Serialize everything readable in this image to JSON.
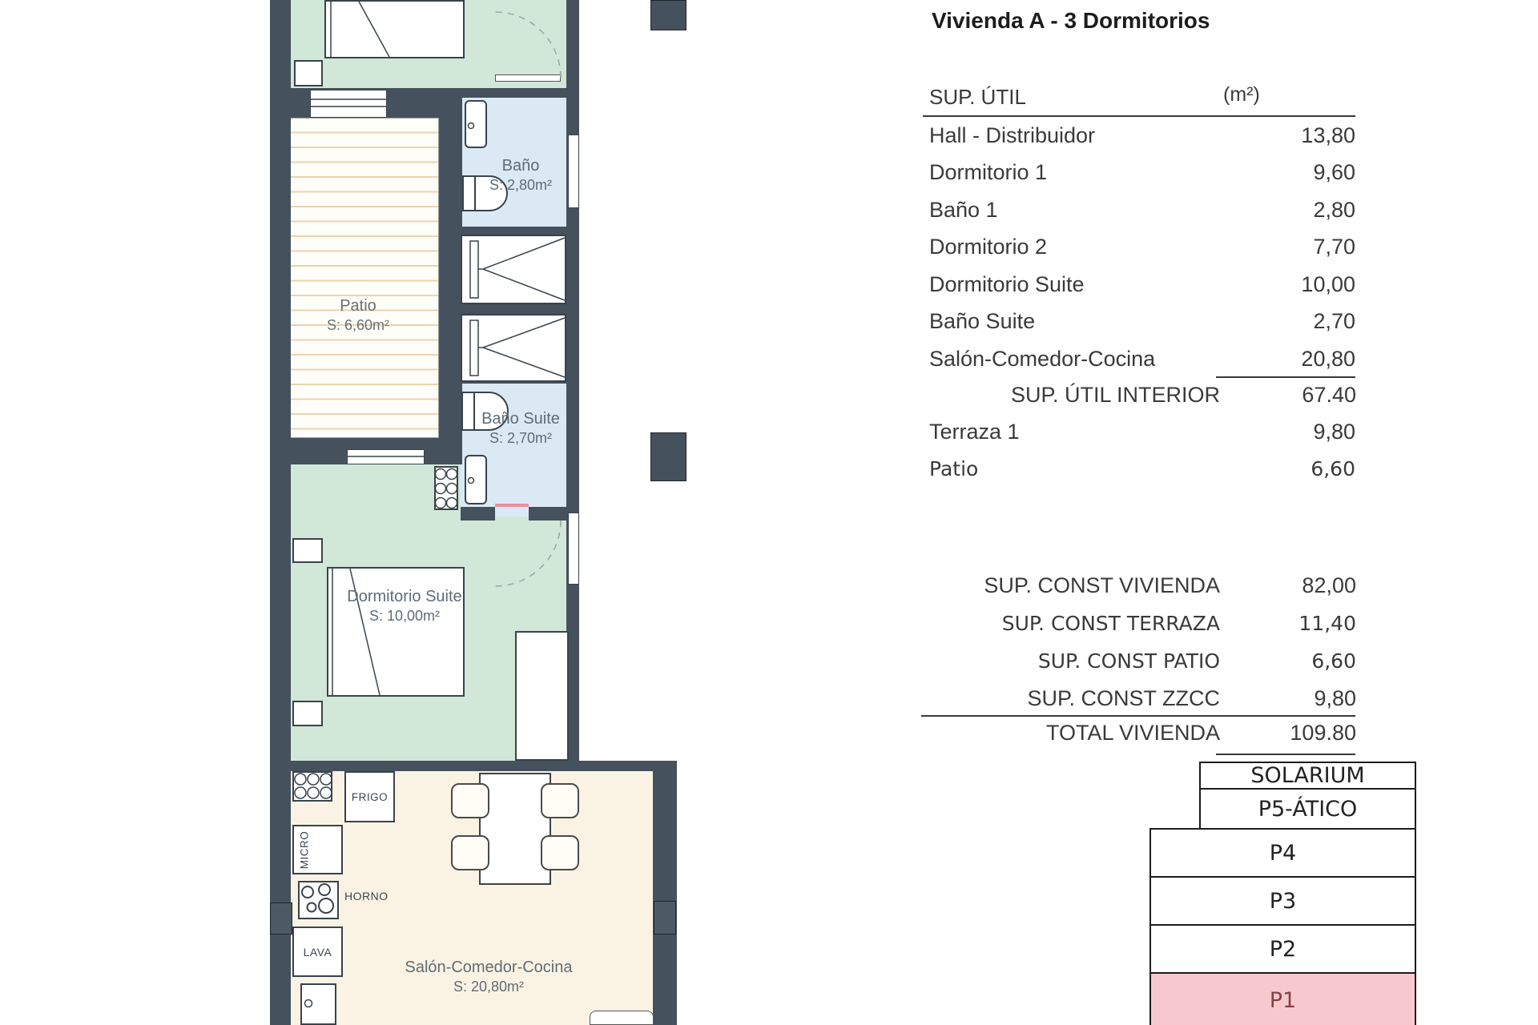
{
  "title": "Vivienda A - 3 Dormitorios",
  "sup_util": {
    "header": "SUP. ÚTIL",
    "unit": "(m²)",
    "rows": [
      {
        "label": "Hall - Distribuidor",
        "value": "13,80"
      },
      {
        "label": "Dormitorio 1",
        "value": "9,60"
      },
      {
        "label": "Baño 1",
        "value": "2,80"
      },
      {
        "label": "Dormitorio 2",
        "value": "7,70"
      },
      {
        "label": "Dormitorio Suite",
        "value": "10,00"
      },
      {
        "label": "Baño Suite",
        "value": "2,70"
      },
      {
        "label": "Salón-Comedor-Cocina",
        "value": "20,80"
      }
    ],
    "interior": {
      "label": "SUP. ÚTIL INTERIOR",
      "value": "67.40"
    },
    "terraza": {
      "label": "Terraza 1",
      "value": "9,80"
    },
    "patio": {
      "label": "Patio",
      "value": "6,60"
    }
  },
  "sup_const": {
    "rows": [
      {
        "label": "SUP. CONST VIVIENDA",
        "value": "82,00"
      },
      {
        "label": "SUP. CONST TERRAZA",
        "value": "11,40"
      },
      {
        "label": "SUP. CONST PATIO",
        "value": "6,60"
      },
      {
        "label": "SUP. CONST ZZCC",
        "value": "9,80"
      }
    ],
    "total": {
      "label": "TOTAL VIVIENDA",
      "value": "109.80"
    }
  },
  "stack": {
    "levels": [
      "SOLARIUM",
      "P5-ÁTICO",
      "P4",
      "P3",
      "P2",
      "P1"
    ],
    "highlighted_level": "P1",
    "highlight_color": "#f7c9ce",
    "highlight_text_color": "#8a4048"
  },
  "plan": {
    "rooms": {
      "bano": {
        "name": "Baño",
        "size": "S: 2,80m²"
      },
      "patio": {
        "name": "Patio",
        "size": "S: 6,60m²"
      },
      "bano_suite": {
        "name": "Baño Suite",
        "size": "S: 2,70m²"
      },
      "dormitorio_suite": {
        "name": "Dormitorio Suite",
        "size": "S: 10,00m²"
      },
      "salon": {
        "name": "Salón-Comedor-Cocina",
        "size": "S: 20,80m²"
      }
    },
    "appliances": {
      "frigo": "FRIGO",
      "micro": "MICRO",
      "horno": "HORNO",
      "lava": "LAVA"
    },
    "colors": {
      "wall": "#45515c",
      "bedroom": "#d1e7d8",
      "bath": "#dbe9f5",
      "living": "#faf3e3",
      "patio_line": "#ecd2ae"
    }
  }
}
